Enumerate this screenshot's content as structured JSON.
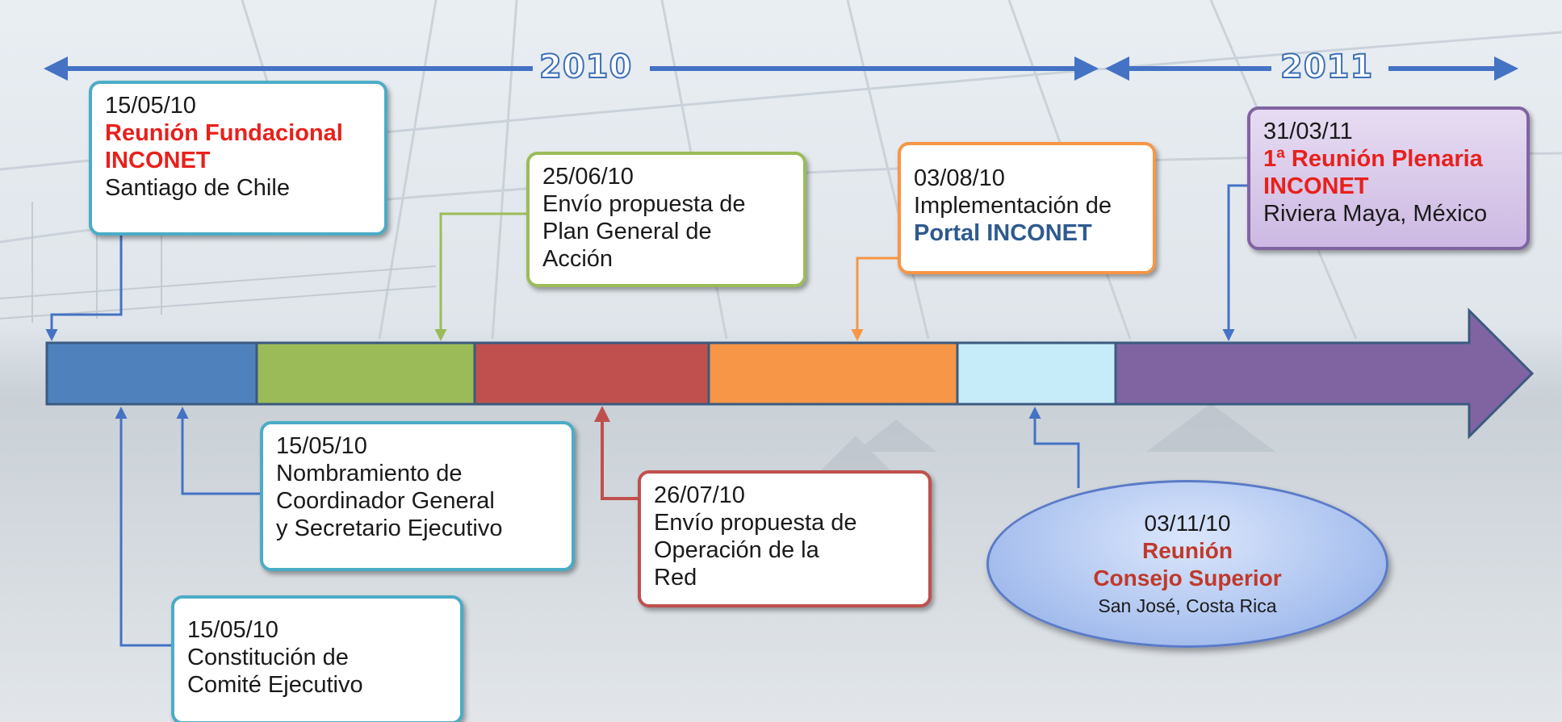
{
  "timeline": {
    "years": [
      "2010",
      "2011"
    ],
    "segment_colors": [
      "#4f81bd",
      "#9bbb59",
      "#c0504d",
      "#f79646",
      "#c6ecf9",
      "#8064a2"
    ]
  },
  "events": {
    "fundacional": {
      "date": "15/05/10",
      "title": [
        "Reunión Fundacional",
        "INCONET"
      ],
      "place": "Santiago de Chile"
    },
    "plan_general": {
      "date": "25/06/10",
      "lines": [
        "Envío propuesta de",
        "Plan General de",
        "Acción"
      ]
    },
    "portal": {
      "date": "03/08/10",
      "text": "Implementación de",
      "highlight": "Portal INCONET"
    },
    "plenaria": {
      "date": "31/03/11",
      "title": [
        "1ª Reunión Plenaria",
        "INCONET"
      ],
      "place": "Riviera Maya, México"
    },
    "coordinador": {
      "date": "15/05/10",
      "lines": [
        "Nombramiento de",
        "Coordinador General",
        "y Secretario Ejecutivo"
      ]
    },
    "operacion": {
      "date": "26/07/10",
      "lines": [
        "Envío propuesta de",
        "Operación de la",
        "Red"
      ]
    },
    "comite": {
      "date": "15/05/10",
      "lines": [
        "Constitución de",
        "Comité Ejecutivo"
      ]
    },
    "consejo": {
      "date": "03/11/10",
      "title": [
        "Reunión",
        "Consejo Superior"
      ],
      "place": "San José, Costa Rica"
    }
  }
}
